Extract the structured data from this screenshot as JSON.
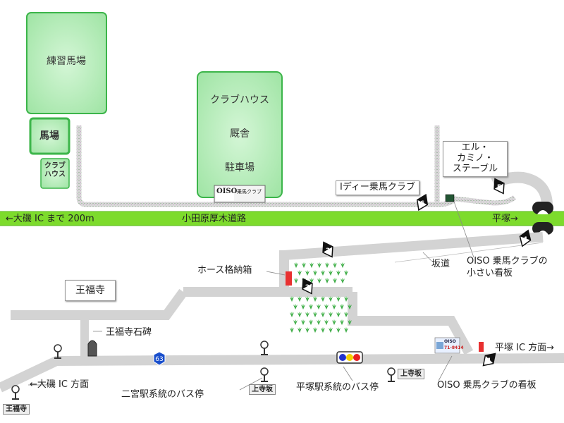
{
  "areas": {
    "practice_arena": "練習馬場",
    "arena": "馬場",
    "club_house_small": "クラブハウス",
    "club_house": "クラブハウス",
    "stable": "厩舎",
    "parking": "駐車場"
  },
  "main_road": {
    "left": "←大磯 IC まで 200m",
    "center": "小田原厚木道路",
    "right": "平塚→"
  },
  "places": {
    "el_camino": [
      "エル・",
      "カミノ・",
      "ステーブル"
    ],
    "i_dee": "Iディー乗馬クラブ",
    "oufukuji": "王福寺",
    "oufukuji_monument": "王福寺石碑",
    "hose_box": "ホース格納箱",
    "slope": "坂道",
    "small_sign": [
      "OISO 乗馬クラブの",
      "小さい看板"
    ],
    "sign": "OISO 乗馬クラブの看板",
    "to_oiso_ic": "←大磯 IC 方面",
    "to_hiratsuka_ic": "平塚 IC 方面→",
    "ninomiya_bus": "二宮駅系統のバス停",
    "hiratsuka_bus": "平塚駅系統のバス停"
  },
  "bus_stops": {
    "oufukuji": "王福寺",
    "kamiterazaka_1": "上寺坂",
    "kamiterazaka_2": "上寺坂"
  },
  "route_number": "63",
  "waypoints": [
    "1",
    "2",
    "3",
    "4",
    "5",
    "6"
  ],
  "signboard": {
    "top": "OISO",
    "mid": "乗馬クラブ",
    "brand": "OISO",
    "phone": "71-8414"
  },
  "colors": {
    "green_area": "#9fe4a4",
    "area_border": "#3cb54a",
    "highway": "#7ddb2c",
    "road": "#d3d3d3",
    "marker": "#e83030"
  }
}
